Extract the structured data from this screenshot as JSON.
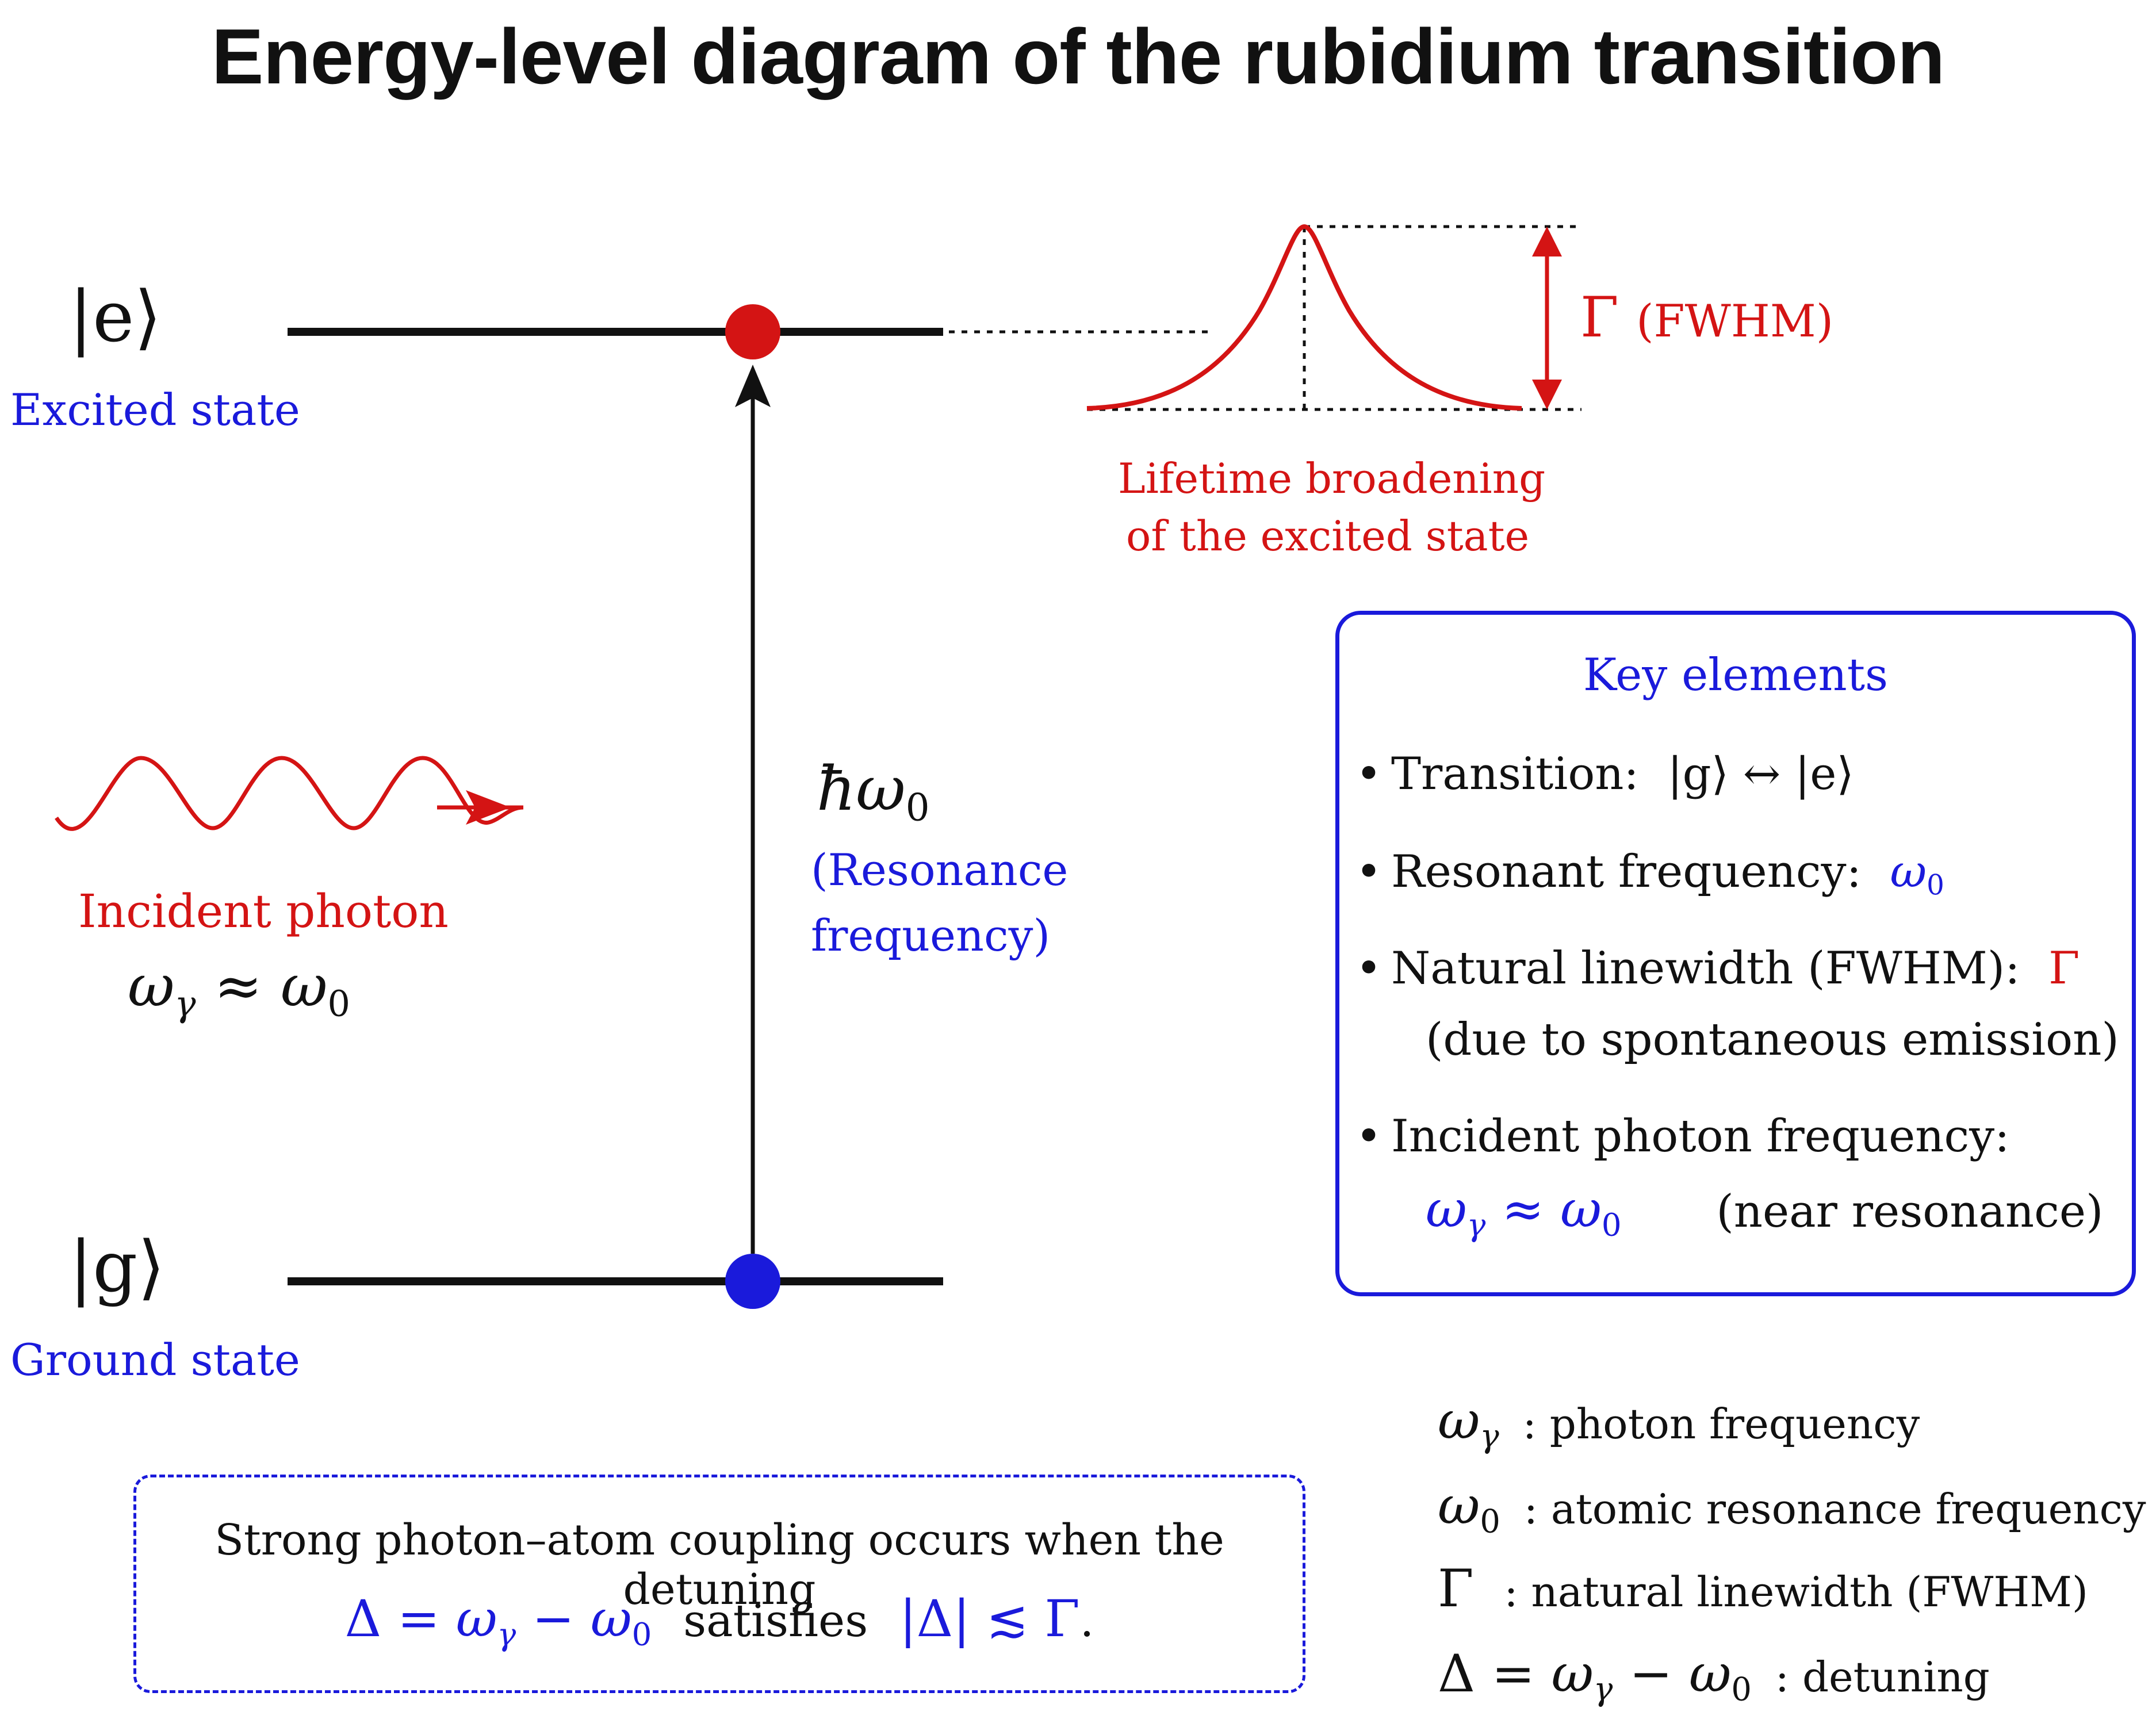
{
  "title": "Energy-level diagram of the rubidium transition",
  "excited": {
    "ket": "|e⟩",
    "label": "Excited state"
  },
  "ground": {
    "ket": "|g⟩",
    "label": "Ground state"
  },
  "transition": {
    "energy_symbol": "ħω",
    "energy_sub": "0",
    "label_line1": "(Resonance",
    "label_line2": "frequency)"
  },
  "broadening": {
    "symbol": "Γ",
    "fwhm": "(FWHM)",
    "caption_line1": "Lifetime broadening",
    "caption_line2": "of the excited state"
  },
  "photon": {
    "label": "Incident photon"
  },
  "key": {
    "title": "Key elements",
    "item1_label": "Transition:",
    "item2_label": "Resonant frequency:",
    "item3_label": "Natural linewidth (FWHM):",
    "item3_sub": "(due to spontaneous emission)",
    "item4_label": "Incident photon frequency:",
    "item4_note": "(near resonance)"
  },
  "coupling": {
    "line1": "Strong photon–atom coupling occurs when the detuning",
    "satisfies": "satisfies"
  },
  "legend": {
    "photon_freq": ": photon frequency",
    "resonance_freq": ": atomic resonance frequency",
    "linewidth": ": natural linewidth (FWHM)",
    "detuning": ": detuning"
  },
  "colors": {
    "red": "#d41414",
    "blue": "#1a1adb",
    "black": "#111111"
  }
}
